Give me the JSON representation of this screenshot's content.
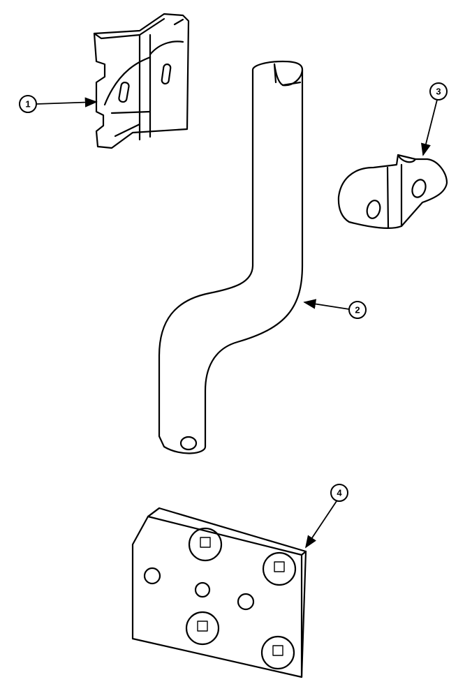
{
  "callouts": [
    {
      "label": "1",
      "part": "bracket"
    },
    {
      "label": "2",
      "part": "shaft"
    },
    {
      "label": "3",
      "part": "clamp"
    },
    {
      "label": "4",
      "part": "plate"
    }
  ]
}
